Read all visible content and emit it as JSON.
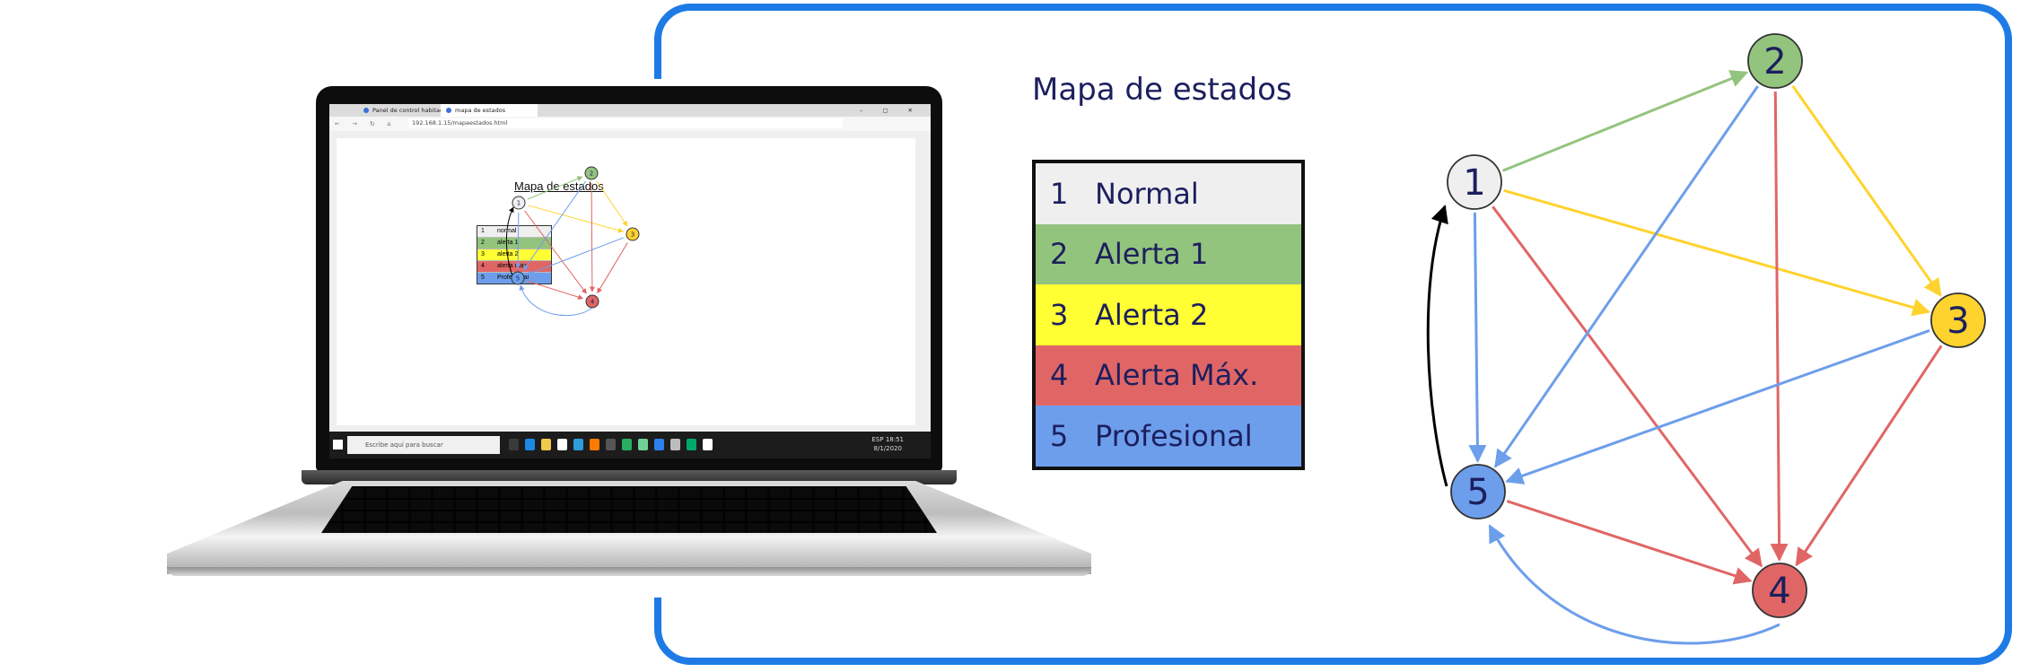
{
  "title": "Mapa de estados",
  "legend": [
    {
      "num": "1",
      "label": "Normal",
      "color": "#efefef"
    },
    {
      "num": "2",
      "label": "Alerta 1",
      "color": "#93c47d"
    },
    {
      "num": "3",
      "label": "Alerta 2",
      "color": "#ffff33"
    },
    {
      "num": "4",
      "label": "Alerta Máx.",
      "color": "#e06666"
    },
    {
      "num": "5",
      "label": "Profesional",
      "color": "#6d9eeb"
    }
  ],
  "graph": {
    "nodes": [
      {
        "id": "1",
        "color": "#efefef"
      },
      {
        "id": "2",
        "color": "#93c47d"
      },
      {
        "id": "3",
        "color": "#ffd32e"
      },
      {
        "id": "4",
        "color": "#e06666"
      },
      {
        "id": "5",
        "color": "#6d9eeb"
      }
    ],
    "edges": [
      {
        "from": "1",
        "to": "2",
        "color": "#93c47d"
      },
      {
        "from": "1",
        "to": "3",
        "color": "#ffd32e"
      },
      {
        "from": "1",
        "to": "4",
        "color": "#e06666"
      },
      {
        "from": "1",
        "to": "5",
        "color": "#6d9eeb"
      },
      {
        "from": "2",
        "to": "3",
        "color": "#ffd32e"
      },
      {
        "from": "2",
        "to": "4",
        "color": "#e06666"
      },
      {
        "from": "2",
        "to": "5",
        "color": "#6d9eeb"
      },
      {
        "from": "3",
        "to": "4",
        "color": "#e06666"
      },
      {
        "from": "3",
        "to": "5",
        "color": "#6d9eeb"
      },
      {
        "from": "5",
        "to": "4",
        "color": "#e06666"
      },
      {
        "from": "4",
        "to": "5",
        "color": "#6d9eeb",
        "curved": true
      },
      {
        "from": "5",
        "to": "1",
        "color": "#000000",
        "curved": true
      }
    ]
  },
  "browser": {
    "tab1": "Panel de control habitacion",
    "tab2": "mapa de estados",
    "url": "192.168.1.15/mapaestados.html",
    "window_controls": "– ▢ ✕"
  },
  "mini_page": {
    "title": "Mapa de estados",
    "legend": [
      {
        "num": "1",
        "label": "normal",
        "color": "#efefef"
      },
      {
        "num": "2",
        "label": "alerta 1",
        "color": "#93c47d"
      },
      {
        "num": "3",
        "label": "alerta 2",
        "color": "#ffff33"
      },
      {
        "num": "4",
        "label": "alerta max",
        "color": "#e06666"
      },
      {
        "num": "5",
        "label": "Profesional",
        "color": "#6d9eeb"
      }
    ]
  },
  "taskbar": {
    "search_placeholder": "Escribe aquí para buscar",
    "time": "18:51",
    "date": "8/1/2020",
    "lang": "ESP"
  },
  "colors": {
    "frame": "#1e7be6",
    "title": "#1c1f5e"
  }
}
